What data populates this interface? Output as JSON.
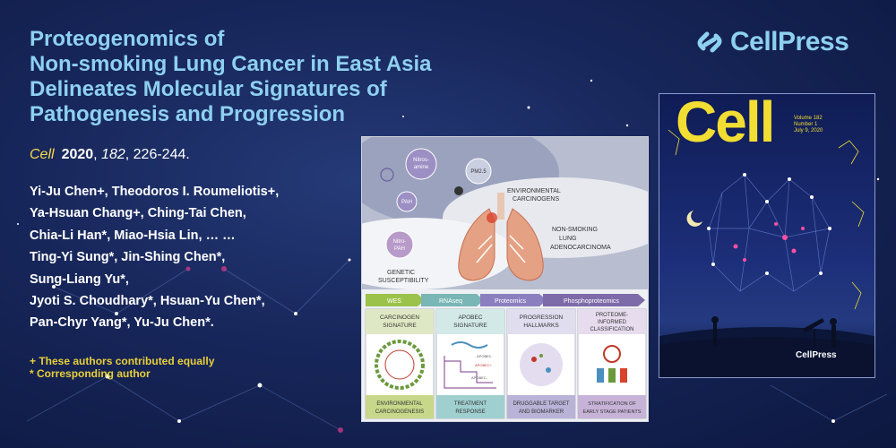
{
  "title_lines": [
    "Proteogenomics of",
    "Non-smoking Lung Cancer in East Asia",
    "Delineates Molecular Signatures of",
    "Pathogenesis and Progression"
  ],
  "citation": {
    "journal": "Cell",
    "year": "2020",
    "volume": "182",
    "pages": ", 226-244."
  },
  "authors_lines": [
    "Yi-Ju Chen+, Theodoros I. Roumeliotis+,",
    "Ya-Hsuan Chang+, Ching-Tai Chen,",
    "Chia-Li Han*, Miao-Hsia Lin,  … …",
    "Ting-Yi Sung*, Jin-Shing Chen*,",
    "Sung-Liang Yu*,",
    "Jyoti S. Choudhary*, Hsuan-Yu Chen*,",
    "Pan-Chyr Yang*, Yu-Ju Chen*."
  ],
  "notes": [
    "+ These authors contributed equally",
    "* Corresponding author"
  ],
  "logo": {
    "text": "CellPress",
    "color": "#8ed0f0"
  },
  "abstract": {
    "bubbles": [
      "Nitros-amine",
      "PM2.5",
      "PAH",
      "Nitro-PAH"
    ],
    "labels": {
      "env": [
        "ENVIRONMENTAL",
        "CARCINOGENS"
      ],
      "nsmoke": [
        "NON-SMOKING",
        "LUNG",
        "ADENOCARCINOMA"
      ],
      "genetic": [
        "GENETIC",
        "SUSCEPTIBILITY"
      ]
    },
    "arrows": [
      "WES",
      "RNAseq",
      "Proteomics",
      "Phosphoproteomics"
    ],
    "panels": [
      {
        "header": [
          "CARCINOGEN",
          "SIGNATURE"
        ],
        "footer": [
          "ENVIRONMENTAL",
          "CARCINOGENESIS"
        ],
        "color": "#c7d88a"
      },
      {
        "header": [
          "APOBEC",
          "SIGNATURE"
        ],
        "footer": [
          "TREATMENT",
          "RESPONSE"
        ],
        "color": "#9fd0cf"
      },
      {
        "header": [
          "PROGRESSION",
          "HALLMARKS"
        ],
        "footer": [
          "DRUGGABLE TARGET",
          "AND BIOMARKER"
        ],
        "color": "#b9b3d8"
      },
      {
        "header": [
          "PROTEOME-",
          "INFORMED",
          "CLASSIFICATION"
        ],
        "footer": [
          "STRATIFICATION OF",
          "EARLY STAGE PATIENTS"
        ],
        "color": "#c7b3d8"
      }
    ],
    "mini": [
      "APOBEC",
      "APOBEC+",
      "APOBEC-"
    ]
  },
  "cover": {
    "title": "Cell",
    "info": [
      "Volume 182",
      "Number 1",
      "July 9, 2020"
    ],
    "brand": "CellPress"
  }
}
